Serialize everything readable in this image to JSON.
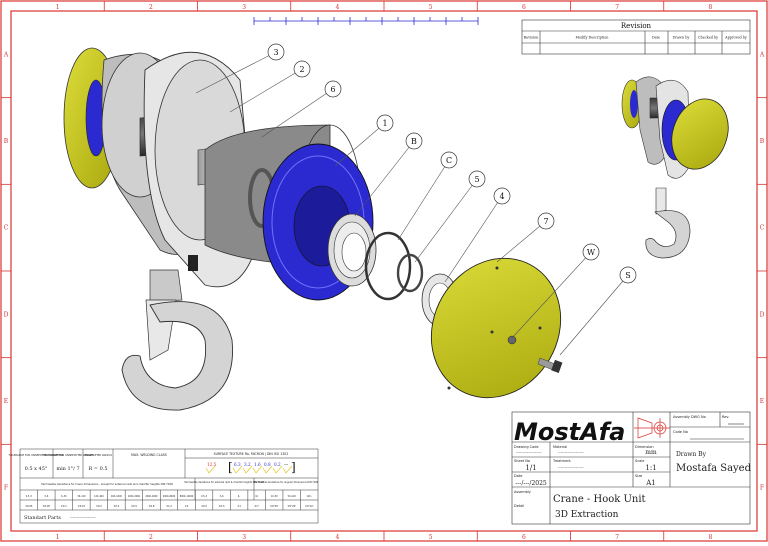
{
  "frame": {
    "border_color": "#d8322e",
    "top_zones": [
      "1",
      "2",
      "3",
      "4",
      "5",
      "6",
      "7",
      "8"
    ],
    "bottom_zones": [
      "1",
      "2",
      "3",
      "4",
      "5",
      "6",
      "7",
      "8"
    ],
    "side_zones": [
      "A",
      "B",
      "C",
      "D",
      "E",
      "F"
    ]
  },
  "revision": {
    "title": "Revision",
    "headers": [
      "Revision",
      "Modify Description",
      "Date",
      "Drawn by",
      "Checked by",
      "Approved by"
    ]
  },
  "balloons": [
    {
      "id": "b3",
      "label": "3"
    },
    {
      "id": "b2",
      "label": "2"
    },
    {
      "id": "b6",
      "label": "6"
    },
    {
      "id": "b1",
      "label": "1"
    },
    {
      "id": "bB",
      "label": "B"
    },
    {
      "id": "bC",
      "label": "C"
    },
    {
      "id": "b5a",
      "label": "5"
    },
    {
      "id": "b4",
      "label": "4"
    },
    {
      "id": "b7",
      "label": "7"
    },
    {
      "id": "bW",
      "label": "W"
    },
    {
      "id": "b5b",
      "label": "S"
    }
  ],
  "tolerance_block": {
    "col1_head": "TOLERANCE FOR UNSPECIFIED CHAMFERS",
    "col1_val": "0.5 x 45°",
    "col2_head": "TOLERANCE FOR UNSPECIFIED ANGLES",
    "col2_val": "min 1°/ 7",
    "col3_head": "UNSPECIFIED RADIUS",
    "col3_val": "R = 0.5",
    "col4_head": "MAX. WELDING CLASS",
    "surface_head": "SURFACE TEXTURE Ra. MICRON  |  DIN ISO 1302",
    "roughness": [
      "12.5",
      "6.3",
      "3.2",
      "1.6",
      "0.8",
      "0.2",
      "—"
    ],
    "linear_head": "Permissible deviations for linear dimensions , except for external radii and chamfer heights DIN 7168",
    "radii_head": "Permissible deviations for external radii & chamfer heights DIN 7168",
    "angular_head": "Permissible deviations for angular dimensions DIN 7168",
    "ranges": [
      "0.5–3",
      "3–6",
      "6–30",
      "30–120",
      "120–400",
      "400–1000",
      "1000–2000",
      "2000–4000",
      "4000–8000",
      "8000–12000",
      "0.5–3",
      "3–6",
      "6–",
      "10",
      "10–50",
      "50–120",
      "120–"
    ],
    "values": [
      "±0.05",
      "±0.05",
      "±0.1",
      "±0.15",
      "±0.2",
      "±0.3",
      "±0.5",
      "±0.8",
      "±1.2",
      "±2",
      "±0.2",
      "±0.5",
      "±1",
      "±1°",
      "±0°30'",
      "±0°20'",
      "±0°10'"
    ],
    "standard_parts": "Standart Parts",
    "standard_parts_value": "-------------------"
  },
  "title_block": {
    "logo": "MostAfa",
    "drawing_code_label": "Drawing Code",
    "drawing_code_value": "-------------------",
    "sheet_no_label": "Sheet No",
    "sheet_no_value": "1/1",
    "date_label": "Date",
    "date_value": "---/---/2025",
    "assembly_label": "Assembly",
    "detail_label": "Detail",
    "material_label": "Material",
    "material_value": "-------------------",
    "treatment_label": "Treatment",
    "treatment_value": "-------------------",
    "dimension_label": "Dimension",
    "dimension_value": "mm",
    "scale_label": "Scale",
    "scale_value": "1:1",
    "size_label": "Size",
    "size_value": "A1",
    "assembly_dwg_label": "Assembly DWG No",
    "rev_label": "Rev.",
    "code_no_label": "Code No",
    "drawn_by_label": "Drawn By",
    "drawn_by_value": "Mostafa Sayed",
    "title_line1": "Crane - Hook Unit",
    "title_line2": "3D Extraction"
  },
  "colors": {
    "blue_part": "#2a2ad0",
    "yellow_part": "#c8c81a",
    "grey_part": "#c8c8c8",
    "dark_part": "#555555",
    "logo_red": "#d8322e"
  }
}
